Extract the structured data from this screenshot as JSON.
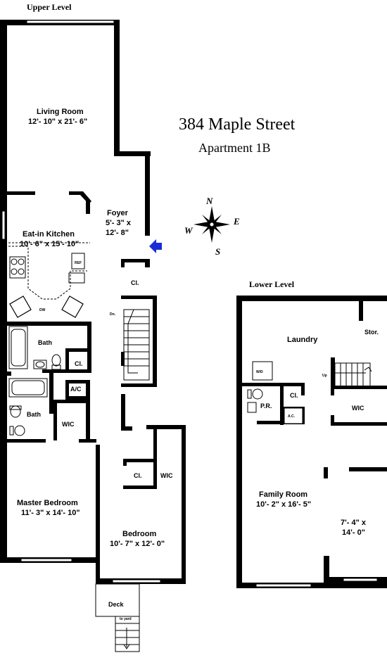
{
  "header": {
    "address": "384 Maple Street",
    "unit": "Apartment 1B"
  },
  "levels": {
    "upper": "Upper Level",
    "lower": "Lower Level"
  },
  "compass": {
    "n": "N",
    "e": "E",
    "s": "S",
    "w": "W"
  },
  "upper_rooms": {
    "living_name": "Living Room",
    "living_dim": "12'- 10\" x 21'- 6\"",
    "foyer_name": "Foyer",
    "foyer_dim1": "5'- 3\" x",
    "foyer_dim2": "12'- 8\"",
    "kitchen_name": "Eat-in Kitchen",
    "kitchen_dim": "10'- 6\" x 15'- 10\"",
    "closet1": "Cl.",
    "dn": "Dn.",
    "bath1": "Bath",
    "closet2": "Cl.",
    "ac": "A/C",
    "bath2": "Bath",
    "wic1": "WIC",
    "closet3": "Cl.",
    "wic2": "WIC",
    "master_name": "Master Bedroom",
    "master_dim": "11'- 3\" x 14'- 10\"",
    "bedroom_name": "Bedroom",
    "bedroom_dim": "10'- 7\" x 12'- 0\"",
    "deck": "Deck",
    "to_yard": "to yard",
    "dw": "DW",
    "fridge": "REF"
  },
  "lower_rooms": {
    "laundry": "Laundry",
    "storage": "Stor.",
    "wd": "W/D",
    "up": "Up",
    "closet": "Cl.",
    "pr": "P.R.",
    "ac": "A.C.",
    "wic": "WIC",
    "family_name": "Family Room",
    "family_dim": "10'- 2\" x 16'- 5\"",
    "room_dim1": "7'- 4\" x",
    "room_dim2": "14'- 0\""
  },
  "colors": {
    "wall": "#000000",
    "entry_arrow": "#1a2bd6"
  },
  "icons": [
    "compass-rose-icon",
    "entry-arrow-icon",
    "stairs-icon",
    "bathtub-icon",
    "toilet-icon",
    "sink-icon",
    "stove-icon",
    "washer-dryer-icon"
  ]
}
